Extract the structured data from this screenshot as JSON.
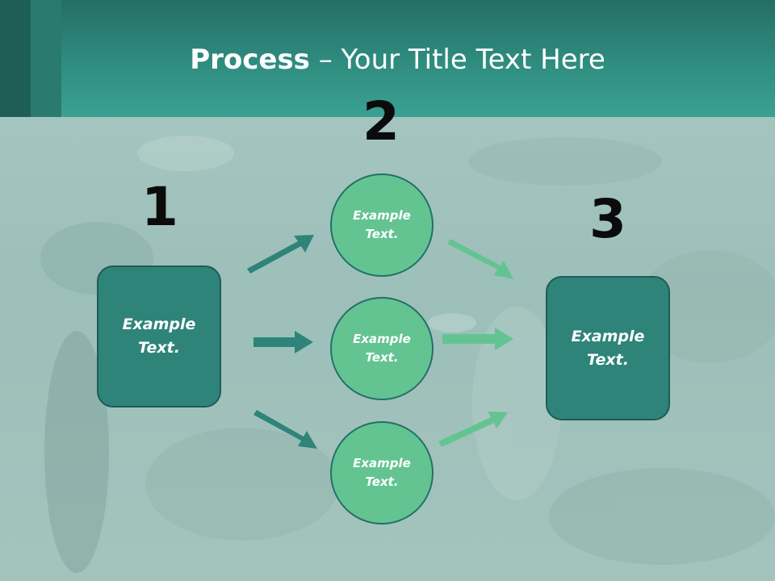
{
  "slide": {
    "title_bold": "Process",
    "title_rest": " – Your Title Text Here"
  },
  "diagram": {
    "steps": [
      {
        "number": "1",
        "label": "Example Text."
      },
      {
        "number": "2",
        "items": [
          "Example Text.",
          "Example Text.",
          "Example Text."
        ]
      },
      {
        "number": "3",
        "label": "Example Text."
      }
    ]
  },
  "colors": {
    "header": "#2f8d80",
    "box_fill": "#2e8479",
    "circle_fill": "#63c492",
    "arrow_left": "#2f8479",
    "arrow_right": "#63c492"
  }
}
